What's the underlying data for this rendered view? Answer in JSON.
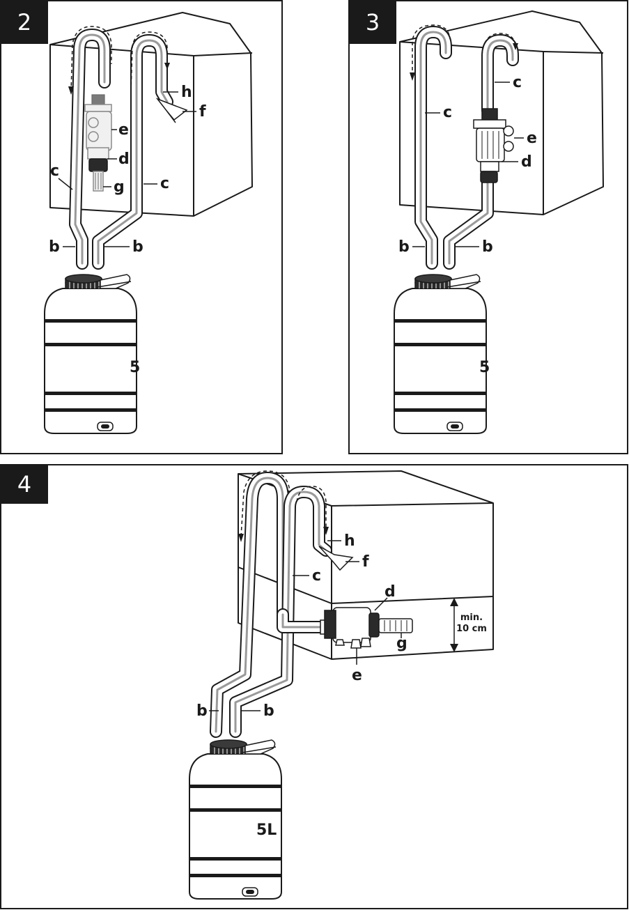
{
  "panels": [
    {
      "number": "2",
      "labels": {
        "c_left": "c",
        "c_right": "c",
        "b_left": "b",
        "b_right": "b",
        "d": "d",
        "e": "e",
        "f": "f",
        "g": "g",
        "h": "h"
      }
    },
    {
      "number": "3",
      "labels": {
        "c_left": "c",
        "c_right": "c",
        "b_left": "b",
        "b_right": "b",
        "d": "d",
        "e": "e"
      }
    },
    {
      "number": "4",
      "labels": {
        "c": "c",
        "b_left": "b",
        "b_right": "b",
        "d": "d",
        "e": "e",
        "f": "f",
        "g": "g",
        "h": "h"
      },
      "min_label": "min.",
      "min_value": "10 cm",
      "jug_text": "5L"
    }
  ],
  "jug_text_partial": "5"
}
